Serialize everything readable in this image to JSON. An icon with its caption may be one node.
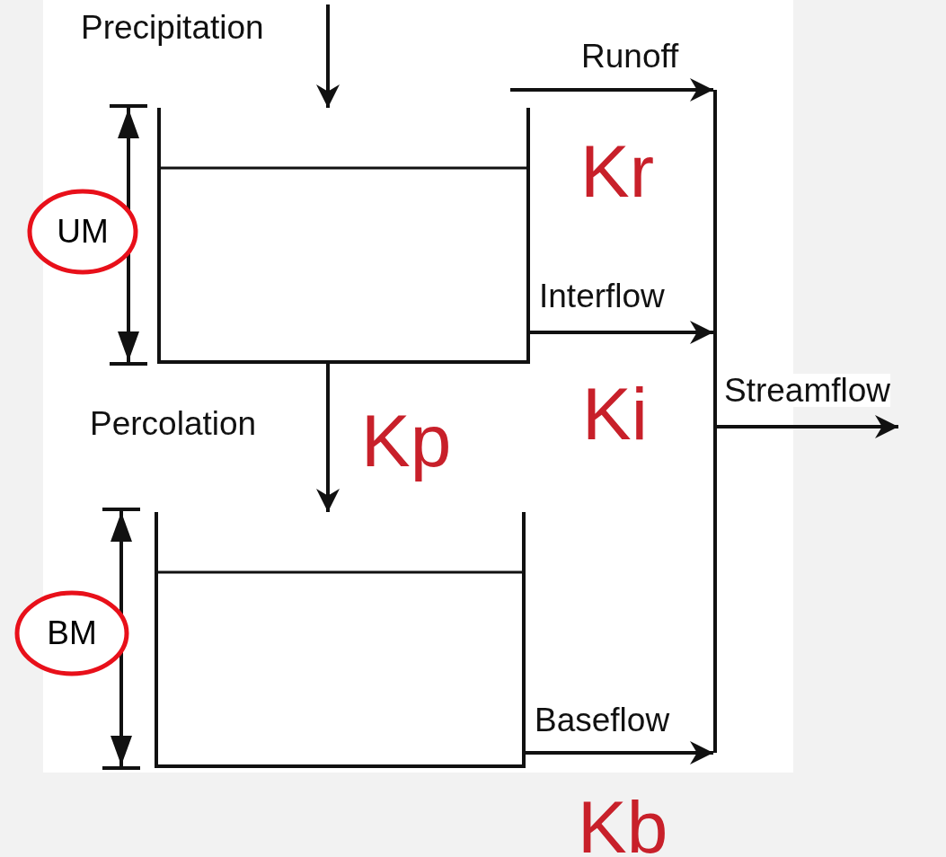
{
  "diagram": {
    "nodes": [
      {
        "text": [],
        "shape": "box"
      },
      {
        "text": [],
        "shape": "box"
      },
      {
        "text": [],
        "shape": "bar"
      },
      {
        "text": [
          "UM"
        ]
      },
      {
        "text": [
          "BM"
        ]
      }
    ],
    "edges": [
      {
        "from": null,
        "to": 0,
        "arrow": "to",
        "label": "Precipitation"
      },
      {
        "from": null,
        "to": 2,
        "arrow": "to",
        "label": "Runoff"
      },
      {
        "from": 0,
        "to": 2,
        "arrow": "to",
        "label": "Interflow"
      },
      {
        "from": 0,
        "to": 1,
        "arrow": "to",
        "label": "Percolation"
      },
      {
        "from": 1,
        "to": 2,
        "arrow": "to",
        "label": "Baseflow"
      },
      {
        "from": 2,
        "to": null,
        "arrow": "to",
        "label": "Streamflow"
      }
    ],
    "labels": [
      "Kr",
      "Ki",
      "Kp",
      "Kb"
    ]
  }
}
